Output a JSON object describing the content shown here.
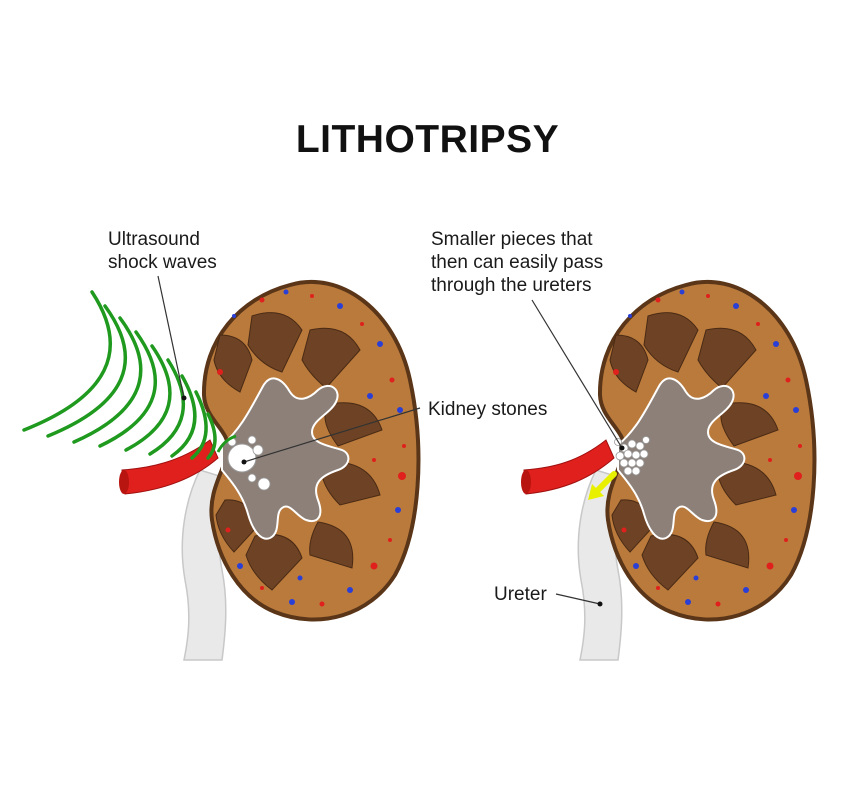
{
  "title": "LITHOTRIPSY",
  "labels": {
    "ultrasound": [
      "Ultrasound",
      "shock waves"
    ],
    "kidney_stones": "Kidney stones",
    "smaller_pieces": [
      "Smaller pieces that",
      "then can easily pass",
      "through the ureters"
    ],
    "ureter": "Ureter"
  },
  "colors": {
    "cortex": "#b97a3c",
    "cortex_outline": "#5a3518",
    "pyramid": "#6e4325",
    "pelvis": "#8c8079",
    "artery": "#e0201c",
    "vein_dots": "#2a3fd6",
    "ureter": "#e8e8e8",
    "shock_waves": "#1f9a1f",
    "arrow": "#e8f000"
  }
}
